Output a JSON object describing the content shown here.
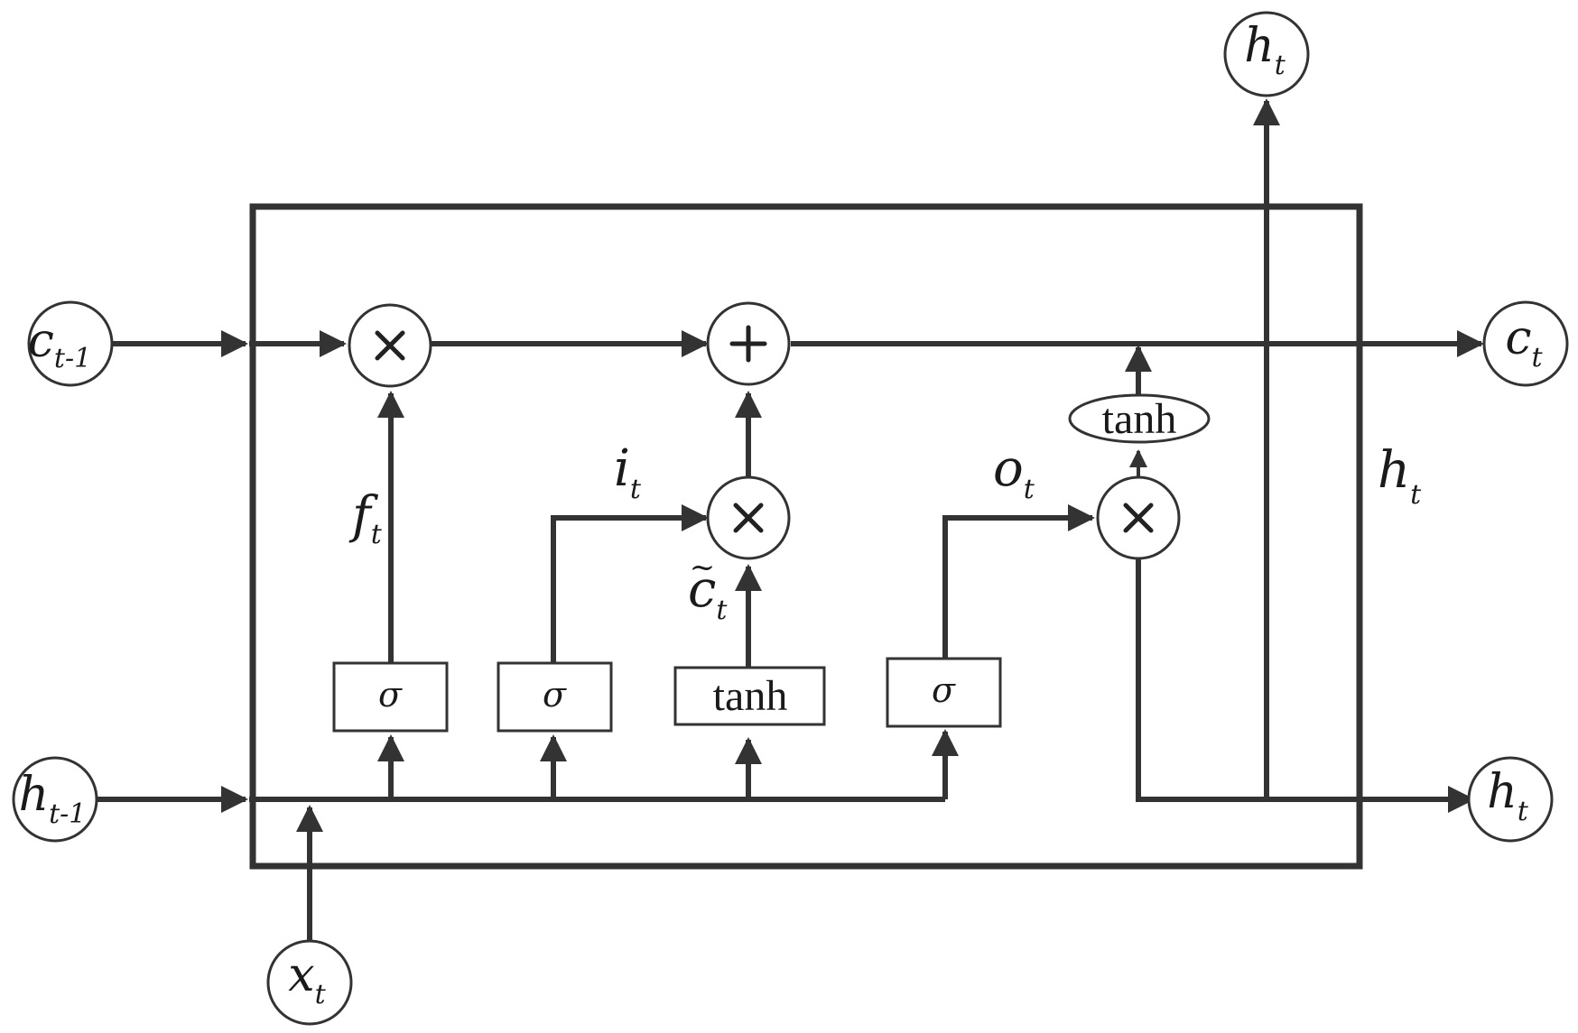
{
  "nodes": {
    "c_prev": {
      "base": "c",
      "sub": "t-1"
    },
    "h_prev": {
      "base": "h",
      "sub": "t-1"
    },
    "x_t": {
      "base": "x",
      "sub": "t"
    },
    "c_out": {
      "base": "c",
      "sub": "t"
    },
    "h_out_right": {
      "base": "h",
      "sub": "t"
    },
    "h_out_top": {
      "base": "h",
      "sub": "t"
    }
  },
  "gates": {
    "forget": {
      "label": "σ"
    },
    "input": {
      "label": "σ"
    },
    "candidate": {
      "label": "tanh"
    },
    "output": {
      "label": "σ"
    },
    "cell_tanh": {
      "label": "tanh"
    }
  },
  "signals": {
    "f": {
      "base": "f",
      "sub": "t"
    },
    "i": {
      "base": "i",
      "sub": "t"
    },
    "c_tilde": {
      "base": "c",
      "accent": "~",
      "sub": "t"
    },
    "o": {
      "base": "o",
      "sub": "t"
    },
    "h_inner": {
      "base": "h",
      "sub": "t"
    }
  }
}
